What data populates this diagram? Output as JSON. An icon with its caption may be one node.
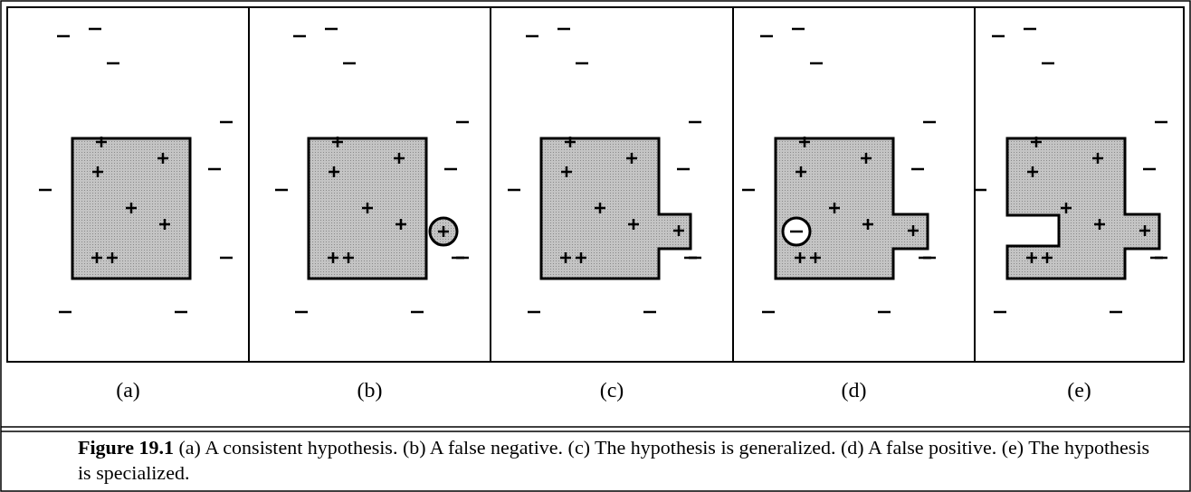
{
  "diagram": {
    "caption": "**Figure 19.1** (a) A consistent hypothesis. (b) A false negative. (c) The hypothesis is generalized. (d) A false positive. (e) The hypothesis is specialized.",
    "labels": [
      "(a)",
      "(b)",
      "(c)",
      "(d)",
      "(e)"
    ]
  }
}
